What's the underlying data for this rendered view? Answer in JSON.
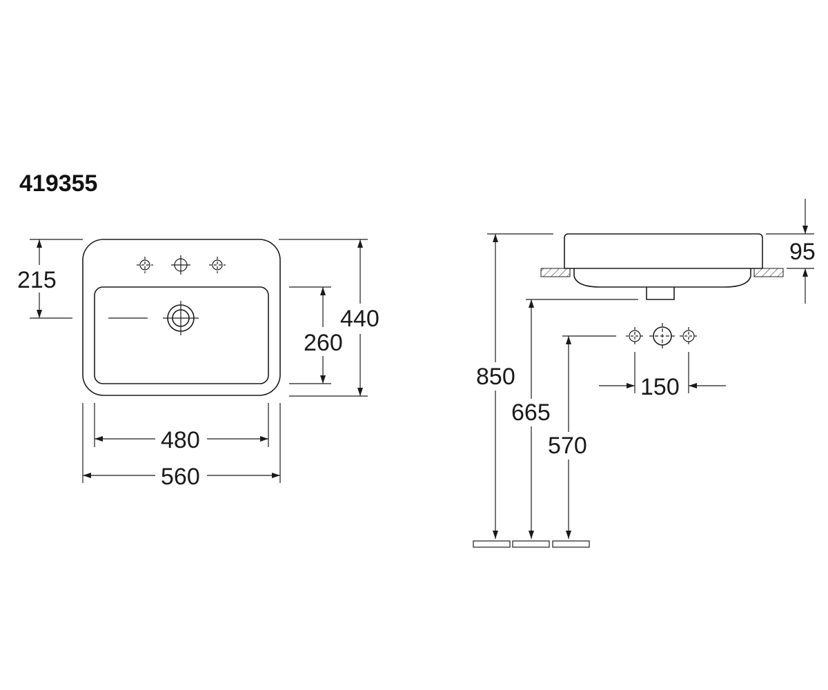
{
  "title": "419355",
  "top_view": {
    "dim_215": "215",
    "dim_440": "440",
    "dim_260": "260",
    "dim_480": "480",
    "dim_560": "560"
  },
  "side_view": {
    "dim_95": "95",
    "dim_850": "850",
    "dim_665": "665",
    "dim_570": "570",
    "dim_150": "150"
  }
}
